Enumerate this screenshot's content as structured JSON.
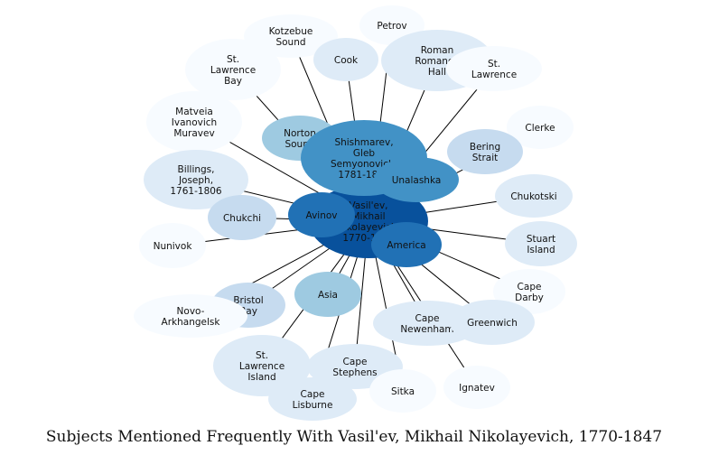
{
  "title": "Subjects Mentioned Frequently With Vasil'ev, Mikhail Nikolayevich, 1770-1847",
  "colors": {
    "c0": "#f7fbff",
    "c1": "#deebf7",
    "c2": "#c6dbef",
    "c3": "#9ecae1",
    "c4": "#6baed6",
    "c5": "#4292c6",
    "c6": "#2171b5",
    "c7": "#08519c",
    "edge": "#000000"
  },
  "center": {
    "id": "center",
    "label": [
      "Vasil'ev,",
      "Mikhail",
      "Nikolayevich,",
      "1770-1847"
    ],
    "shade": "c7"
  },
  "nodes": [
    {
      "id": "kotzebue",
      "label": [
        "Kotzebue",
        "Sound"
      ],
      "shade": "c0"
    },
    {
      "id": "petrov",
      "label": [
        "Petrov"
      ],
      "shade": "c0"
    },
    {
      "id": "cook",
      "label": [
        "Cook"
      ],
      "shade": "c1"
    },
    {
      "id": "roman",
      "label": [
        "Roman",
        "Romanov",
        "Hall"
      ],
      "shade": "c1"
    },
    {
      "id": "stlawbay",
      "label": [
        "St.",
        "Lawrence",
        "Bay"
      ],
      "shade": "c0"
    },
    {
      "id": "stlaw",
      "label": [
        "St.",
        "Lawrence"
      ],
      "shade": "c0"
    },
    {
      "id": "clerke",
      "label": [
        "Clerke"
      ],
      "shade": "c0"
    },
    {
      "id": "matveia",
      "label": [
        "Matveia",
        "Ivanovich",
        "Muravev"
      ],
      "shade": "c0"
    },
    {
      "id": "norton",
      "label": [
        "Norton",
        "Sound"
      ],
      "shade": "c3"
    },
    {
      "id": "bering",
      "label": [
        "Bering",
        "Strait"
      ],
      "shade": "c2"
    },
    {
      "id": "shishmarev",
      "label": [
        "Shishmarev,",
        "Gleb",
        "Semyonovich,",
        "1781-1835"
      ],
      "shade": "c5"
    },
    {
      "id": "unalashka",
      "label": [
        "Unalashka"
      ],
      "shade": "c5"
    },
    {
      "id": "billings",
      "label": [
        "Billings,",
        "Joseph,",
        "1761-1806"
      ],
      "shade": "c1"
    },
    {
      "id": "chukotski",
      "label": [
        "Chukotski"
      ],
      "shade": "c1"
    },
    {
      "id": "chukchi",
      "label": [
        "Chukchi"
      ],
      "shade": "c2"
    },
    {
      "id": "avinov",
      "label": [
        "Avinov"
      ],
      "shade": "c6"
    },
    {
      "id": "nunivok",
      "label": [
        "Nunivok"
      ],
      "shade": "c0"
    },
    {
      "id": "stuart",
      "label": [
        "Stuart",
        "Island"
      ],
      "shade": "c1"
    },
    {
      "id": "america",
      "label": [
        "America"
      ],
      "shade": "c6"
    },
    {
      "id": "asia",
      "label": [
        "Asia"
      ],
      "shade": "c3"
    },
    {
      "id": "bristol",
      "label": [
        "Bristol",
        "Bay"
      ],
      "shade": "c2"
    },
    {
      "id": "capedarby",
      "label": [
        "Cape",
        "Darby"
      ],
      "shade": "c0"
    },
    {
      "id": "novo",
      "label": [
        "Novo-",
        "Arkhangelsk"
      ],
      "shade": "c0"
    },
    {
      "id": "capenew",
      "label": [
        "Cape",
        "Newenham"
      ],
      "shade": "c1"
    },
    {
      "id": "greenwich",
      "label": [
        "Greenwich"
      ],
      "shade": "c1"
    },
    {
      "id": "stlawisl",
      "label": [
        "St.",
        "Lawrence",
        "Island"
      ],
      "shade": "c1"
    },
    {
      "id": "capesteph",
      "label": [
        "Cape",
        "Stephens"
      ],
      "shade": "c1"
    },
    {
      "id": "sitka",
      "label": [
        "Sitka"
      ],
      "shade": "c0"
    },
    {
      "id": "ignatev",
      "label": [
        "Ignatev"
      ],
      "shade": "c0"
    },
    {
      "id": "capelis",
      "label": [
        "Cape",
        "Lisburne"
      ],
      "shade": "c1"
    }
  ],
  "edges": [
    [
      "center",
      "kotzebue"
    ],
    [
      "center",
      "cook"
    ],
    [
      "center",
      "petrov"
    ],
    [
      "center",
      "roman"
    ],
    [
      "center",
      "stlaw"
    ],
    [
      "center",
      "stlawbay"
    ],
    [
      "center",
      "matveia"
    ],
    [
      "center",
      "billings"
    ],
    [
      "center",
      "chukchi"
    ],
    [
      "center",
      "nunivok"
    ],
    [
      "center",
      "clerke"
    ],
    [
      "center",
      "chukotski"
    ],
    [
      "center",
      "stuart"
    ],
    [
      "center",
      "capedarby"
    ],
    [
      "center",
      "greenwich"
    ],
    [
      "center",
      "capenew"
    ],
    [
      "center",
      "ignatev"
    ],
    [
      "center",
      "sitka"
    ],
    [
      "center",
      "capesteph"
    ],
    [
      "center",
      "capelis"
    ],
    [
      "center",
      "stlawisl"
    ],
    [
      "center",
      "novo"
    ],
    [
      "center",
      "bristol"
    ],
    [
      "center",
      "asia"
    ]
  ]
}
